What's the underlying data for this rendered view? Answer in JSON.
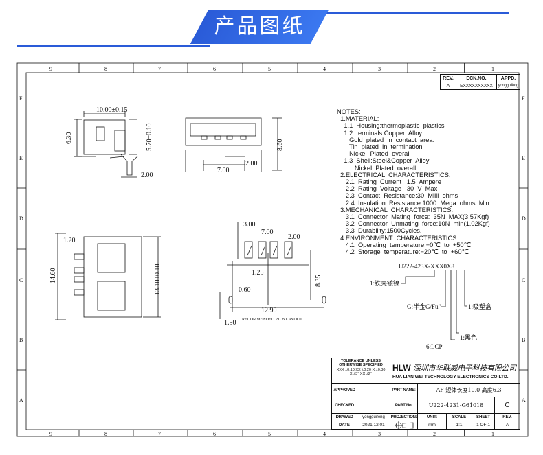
{
  "header": {
    "title": "产品图纸"
  },
  "frame": {
    "columns": [
      "9",
      "8",
      "7",
      "6",
      "5",
      "4",
      "3",
      "2",
      "1"
    ],
    "rows": [
      "F",
      "E",
      "D",
      "C",
      "B",
      "A"
    ]
  },
  "revision_table": {
    "headers": [
      "REV.",
      "ECN.NO.",
      "APPD."
    ],
    "row": [
      "A",
      "EXXXXXXXXXX",
      "yongguifeng"
    ]
  },
  "side_view": {
    "width": "10.00±0.15",
    "height": "6.30",
    "body_height": "5.70±0.10",
    "pin": "2.00"
  },
  "front_view": {
    "height": "8.60",
    "pitch": "2.00",
    "span": "7.00"
  },
  "top_view": {
    "length": "14.60",
    "inner": "13.10±0.10",
    "offset": "1.20"
  },
  "pcb_layout": {
    "d_300": "3.00",
    "d_700": "7.00",
    "d_200": "2.00",
    "d_125": "1.25",
    "d_835": "8.35",
    "d_060": "0.60",
    "d_1290": "12.90",
    "d_150": "1.50",
    "caption": "RECOMMENDED  P.C.B LAYOUT"
  },
  "notes": [
    "NOTES:",
    "  1.MATERIAL:",
    "    1.1  Housing:thermoplastic  plastics",
    "    1.2  terminals:Copper  Alloy",
    "       Gold  plated  in  contact  area:",
    "       Tin  plated  in  termination",
    "       Nickel  Plated  overall",
    "    1.3  Shell:Steel&Copper  Alloy",
    "          Nickel  Plated  overall",
    "  2.ELECTRICAL  CHARACTERISTICS:",
    "     2.1  Rating  Current  :1.5  Ampere",
    "     2.2  Rating  Voltage  :30  V  Max",
    "     2.3  Contact  Resistance:30  Milli  ohms",
    "     2.4  Insulation  Resistance:1000  Mega  ohms  Min.",
    "  3.MECHANICAL  CHARACTERISTICS:",
    "     3.1  Connector  Mating  force:  35N  MAX(3.57Kgf)",
    "     3.2  Connector  Unmating  force:10N  min(1.02Kgf)",
    "     3.3  Durability:1500Cycles.",
    "  4.ENVIRONMENT  CHARACTERISTICS:",
    "     4.1  Operating  temperature:−0℃  to  +50℃",
    "     4.2  Storage  temperature:−20℃  to  +60℃"
  ],
  "part_code": {
    "code": "U222-423X-XXX0X8",
    "opt1": "1:铁壳镀镍",
    "opt2": "G:半金G/Fu\"",
    "opt3": "1:吸塑盒",
    "opt4": "1:黑色",
    "opt5": "6:LCP"
  },
  "title_block": {
    "tolerance_title": "TOLERANCE UNLESS OTHERWISE SPECIFIED",
    "tolerance_values": "XXX ±0.10  XX ±0.20  X ±0.30",
    "angle_values": "X ±3°  XX ±2°",
    "logo": "HLW",
    "company_cn": "深圳市华联威电子科技有限公司",
    "company_en": "HUA LIAN WEI TECHNOLOGY ELECTRONICS CO;LTD.",
    "approved_label": "APPROVED",
    "checked_label": "CHECKED",
    "drawed_label": "DRAWED",
    "date_label": "DATE",
    "drawed_value": "yongguifeng",
    "date_value": "2021.12.01",
    "part_name_label": "PART NAME:",
    "part_name": "AF 短体长度10.0 高度6.3",
    "part_no_label": "PART No:",
    "part_no": "U222-4231-G61018",
    "rev_letter": "C",
    "projection_label": "PROJECTION:",
    "unit_label": "UNIT:",
    "scale_label": "SCALE",
    "sheet_label": "SHEET",
    "rev_label": "REV.",
    "unit": "mm",
    "scale": "1:1",
    "sheet": "1 OF 1",
    "rev": "A"
  }
}
